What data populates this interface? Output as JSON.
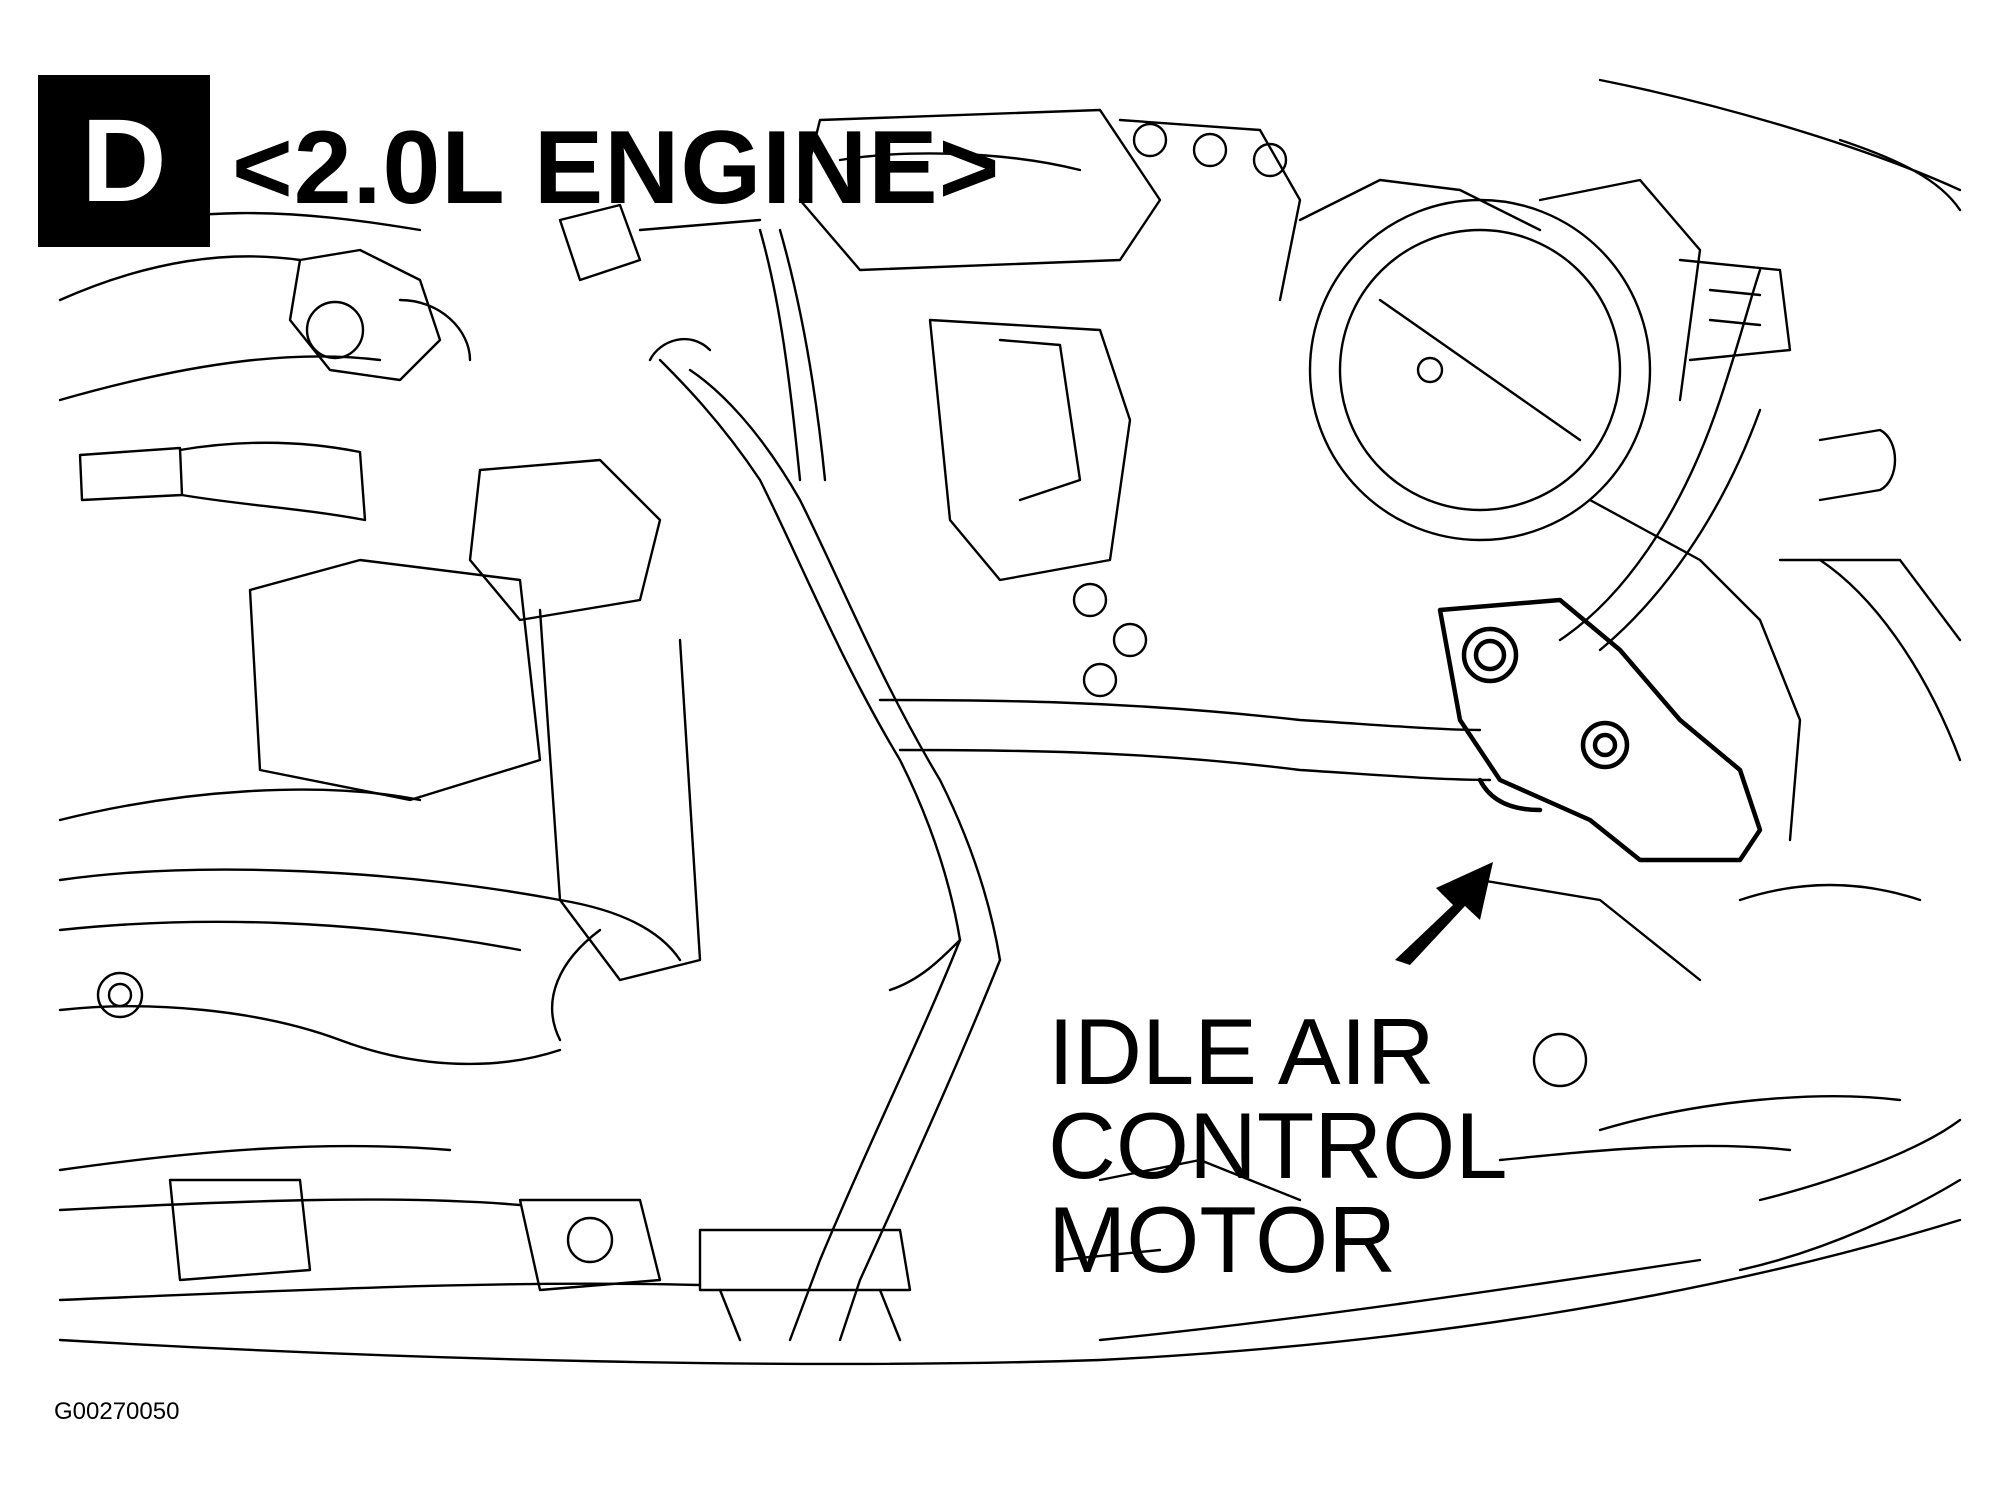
{
  "header": {
    "section_letter": "D",
    "title": "<2.0L ENGINE>"
  },
  "callout": {
    "lines": [
      "IDLE AIR",
      "CONTROL",
      "MOTOR"
    ],
    "pointer_icon": "arrow-up-right-icon"
  },
  "figure_id": "G00270050",
  "colors": {
    "line": "#000000",
    "background": "#ffffff"
  }
}
